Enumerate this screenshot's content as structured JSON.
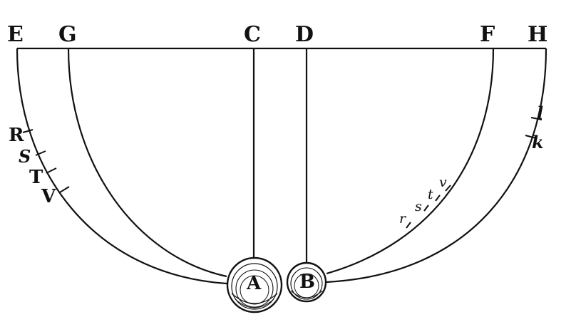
{
  "top_labels": [
    "E",
    "G",
    "C",
    "D",
    "F",
    "H"
  ],
  "left_arc_marks": [
    "R",
    "S",
    "T",
    "V"
  ],
  "right_small_marks": [
    "r",
    "s",
    "t",
    "v"
  ],
  "right_outer_marks": [
    "l",
    "k"
  ],
  "balls": [
    "A",
    "B"
  ]
}
